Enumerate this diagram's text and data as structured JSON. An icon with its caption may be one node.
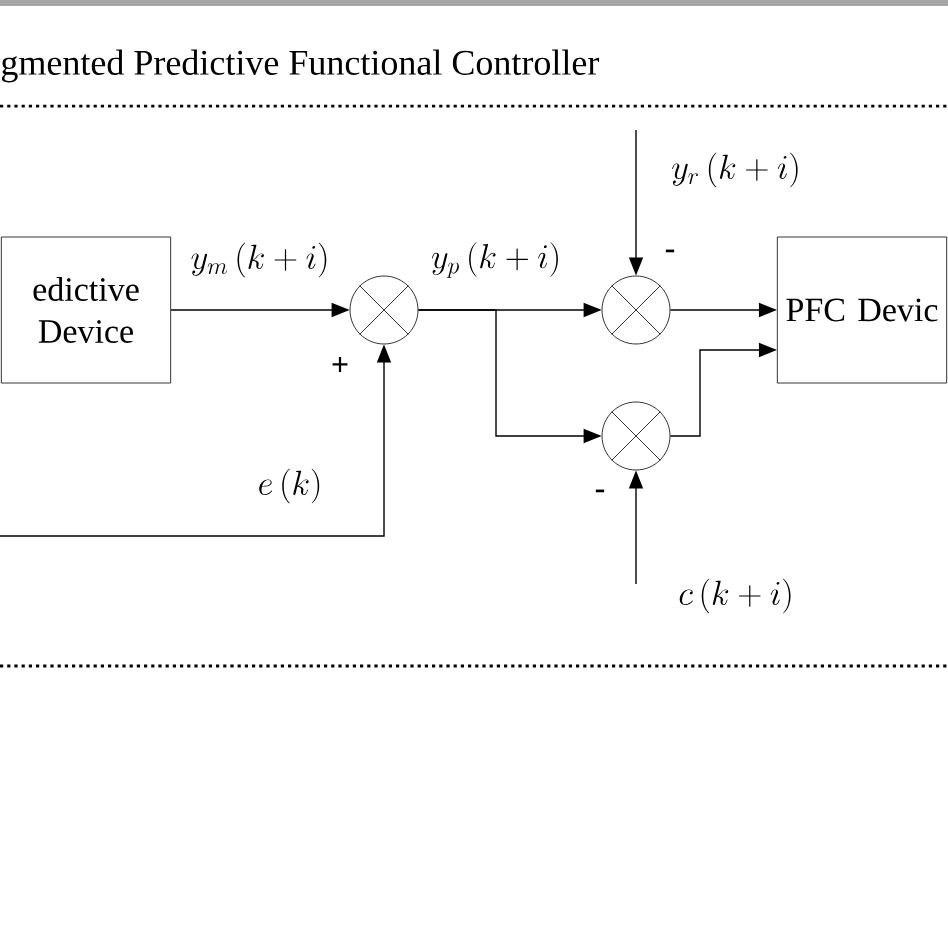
{
  "diagram": {
    "title": "gmented Predictive Functional Controller",
    "nodes": [
      {
        "text": [
          "edictive Device"
        ]
      },
      {
        "text": [],
        "shape": "circle"
      },
      {
        "text": [],
        "shape": "circle"
      },
      {
        "text": [],
        "shape": "circle"
      },
      {
        "text": [
          "PFC Devic"
        ]
      }
    ],
    "edges": [
      {
        "from": 0,
        "to": 1,
        "arrow": "to",
        "label": "y_m\\left(k+i\\right)"
      },
      {
        "from": 1,
        "to": 2,
        "arrow": "to",
        "label": "y_p\\left(k+i\\right)"
      },
      {
        "from": 1,
        "to": 3,
        "arrow": "to"
      },
      {
        "from": 2,
        "to": 4,
        "arrow": "to"
      },
      {
        "from": 3,
        "to": 4,
        "arrow": "to"
      },
      {
        "from": null,
        "to": 1,
        "arrow": "to",
        "label": "e\\left(k\\right)"
      },
      {
        "from": null,
        "to": 2,
        "arrow": "to",
        "label": "y_r\\left(k+i\\right)"
      },
      {
        "from": null,
        "to": 3,
        "arrow": "to",
        "label": "c\\left(k+i\\right)"
      }
    ],
    "labels": [
      "+",
      "-",
      "-"
    ]
  }
}
